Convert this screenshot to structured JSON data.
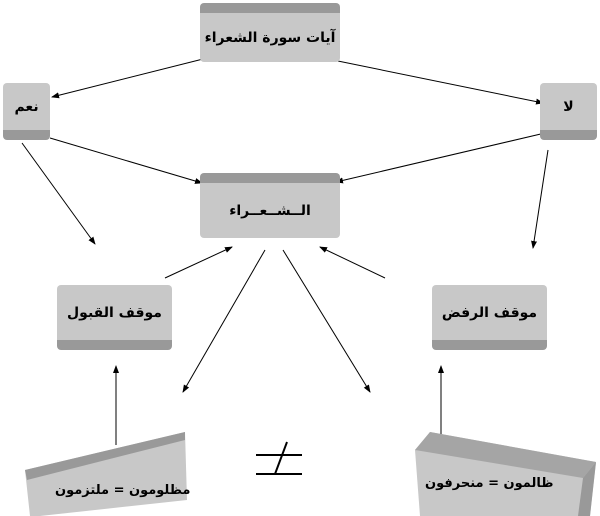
{
  "nodes": {
    "source": "آيات سورة الشعراء",
    "yes": "نعم",
    "no": "لا",
    "poets": "الــشــعــراء",
    "acceptance": "موقف القبول",
    "rejection": "موقف الرفض",
    "oppressed": "مظلومون = ملتزمون",
    "oppressors": "ظالمون = منحرفون"
  },
  "relation_symbol": "≠"
}
